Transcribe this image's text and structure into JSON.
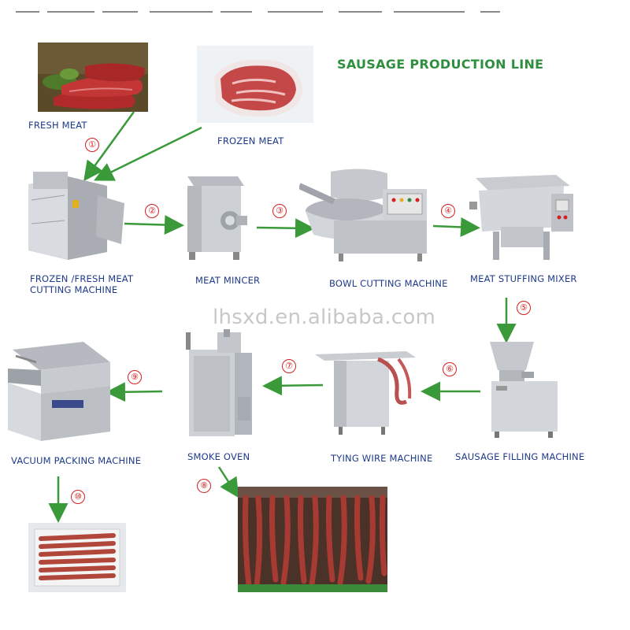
{
  "diagram": {
    "title": "SAUSAGE PRODUCTION LINE",
    "watermark": "lhsxd.en.alibaba.com",
    "labels": {
      "fresh_meat": "FRESH MEAT",
      "frozen_meat": "FROZEN MEAT",
      "cutting_machine_line1": "FROZEN /FRESH MEAT",
      "cutting_machine_line2": "CUTTING MACHINE",
      "meat_mincer": "MEAT MINCER",
      "bowl_cutting": "BOWL CUTTING MACHINE",
      "stuffing_mixer": "MEAT STUFFING MIXER",
      "filling_machine": "SAUSAGE FILLING MACHINE",
      "tying_wire": "TYING WIRE MACHINE",
      "smoke_oven": "SMOKE OVEN",
      "vacuum_packing": "VACUUM PACKING MACHINE"
    },
    "steps": [
      "①",
      "②",
      "③",
      "④",
      "⑤",
      "⑥",
      "⑦",
      "⑧",
      "⑨",
      "⑩"
    ],
    "colors": {
      "title": "#2f8f3f",
      "label": "#1e3a8a",
      "step_number": "#d42020",
      "arrow": "#3a9a3a"
    }
  }
}
